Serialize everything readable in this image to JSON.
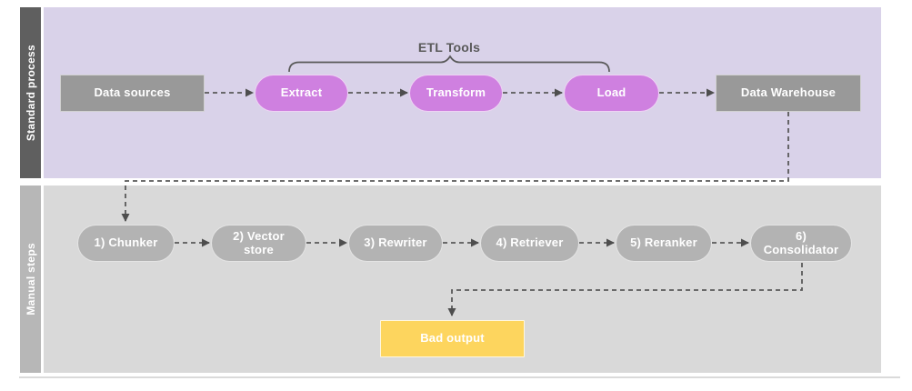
{
  "lanes": [
    {
      "label": "Standard process",
      "nodes": [
        {
          "id": "data-sources",
          "label": "Data sources",
          "shape": "rect"
        },
        {
          "id": "extract",
          "label": "Extract",
          "shape": "pill"
        },
        {
          "id": "transform",
          "label": "Transform",
          "shape": "pill"
        },
        {
          "id": "load",
          "label": "Load",
          "shape": "pill"
        },
        {
          "id": "data-warehouse",
          "label": "Data Warehouse",
          "shape": "rect"
        }
      ]
    },
    {
      "label": "Manual steps",
      "nodes": [
        {
          "id": "chunker",
          "label": "1) Chunker",
          "shape": "pill"
        },
        {
          "id": "vector-store",
          "label": "2) Vector store",
          "shape": "pill"
        },
        {
          "id": "rewriter",
          "label": "3) Rewriter",
          "shape": "pill"
        },
        {
          "id": "retriever",
          "label": "4) Retriever",
          "shape": "pill"
        },
        {
          "id": "reranker",
          "label": "5) Reranker",
          "shape": "pill"
        },
        {
          "id": "consolidator",
          "label": "6) Consolidator",
          "shape": "pill"
        },
        {
          "id": "bad-output",
          "label": "Bad output",
          "shape": "rect"
        }
      ]
    }
  ],
  "bracket": {
    "label": "ETL Tools",
    "spans": [
      "Extract",
      "Transform",
      "Load"
    ]
  },
  "colors": {
    "lane1_bg": "#d9d2e9",
    "lane1_strip": "#5f5f5f",
    "lane2_bg": "#d9d9d9",
    "lane2_strip": "#b7b7b7",
    "gray_rect": "#999999",
    "gray_pill": "#b3b3b3",
    "purple_pill": "#cf80e0",
    "yellow_rect": "#fdd55e",
    "connector": "#595959",
    "bracket_text": "#595959"
  }
}
